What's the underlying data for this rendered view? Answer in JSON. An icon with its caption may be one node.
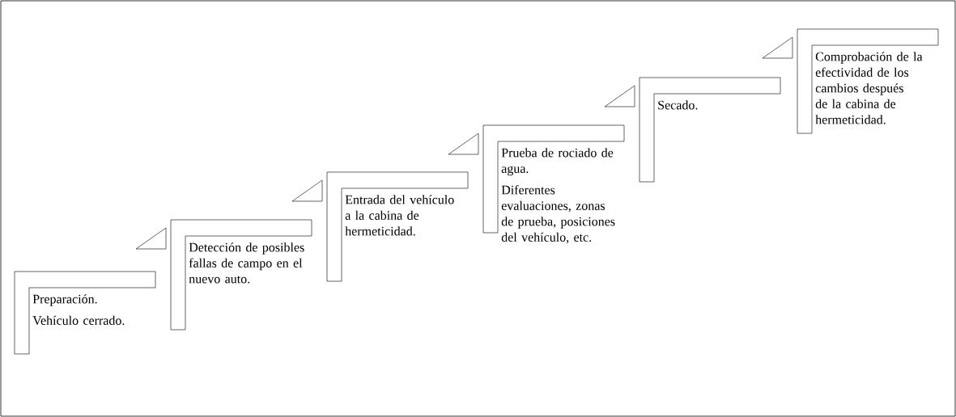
{
  "diagram": {
    "nodes": [
      {
        "text": [
          "Preparación.",
          "Vehículo cerrado."
        ]
      },
      {
        "text": [
          "Detección de posibles fallas de campo en el nuevo auto."
        ]
      },
      {
        "text": [
          "Entrada del vehículo a la cabina de hermeticidad."
        ]
      },
      {
        "text": [
          "Prueba de rociado de agua.",
          "Diferentes evaluaciones, zonas de prueba, posiciones del vehículo, etc."
        ]
      },
      {
        "text": [
          "Secado."
        ]
      },
      {
        "text": [
          "Comprobación de la efectividad de los cambios después de la cabina de hermeticidad."
        ]
      }
    ]
  }
}
